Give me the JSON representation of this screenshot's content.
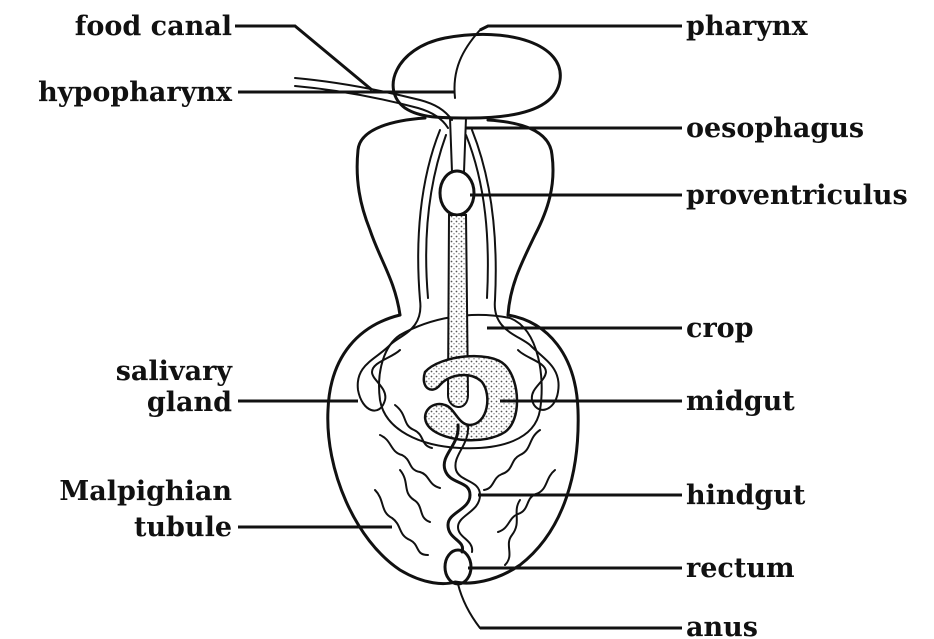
{
  "labels": {
    "food_canal": "food canal",
    "hypopharynx": "hypopharynx",
    "salivary_gland_1": "salivary",
    "salivary_gland_2": "gland",
    "malpighian_1": "Malpighian",
    "malpighian_2": "tubule",
    "pharynx": "pharynx",
    "oesophagus": "oesophagus",
    "proventriculus": "proventriculus",
    "crop": "crop",
    "midgut": "midgut",
    "hindgut": "hindgut",
    "rectum": "rectum",
    "anus": "anus"
  }
}
